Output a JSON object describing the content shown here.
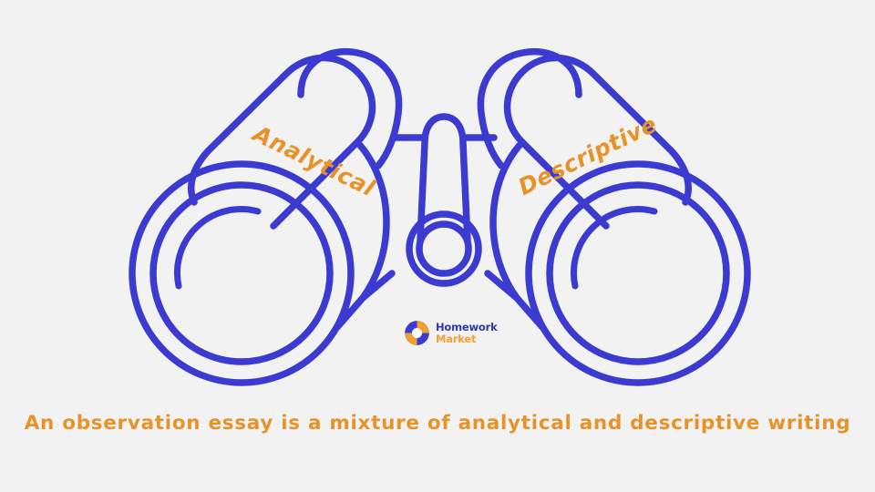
{
  "page": {
    "background_color": "#f2f2f2",
    "stroke_color": "#3b3bd2",
    "accent_color": "#e8932a"
  },
  "illustration": {
    "name": "binoculars-illustration",
    "left_barrel_label": "Analytical",
    "right_barrel_label": "Descriptive"
  },
  "caption": {
    "text": "An observation essay is a mixture of analytical and descriptive writing"
  },
  "brand": {
    "icon": "lifebuoy-icon",
    "line1": "Homework",
    "line2": "Market",
    "line1_color": "#2f3aa8",
    "line2_color": "#eda23a"
  }
}
